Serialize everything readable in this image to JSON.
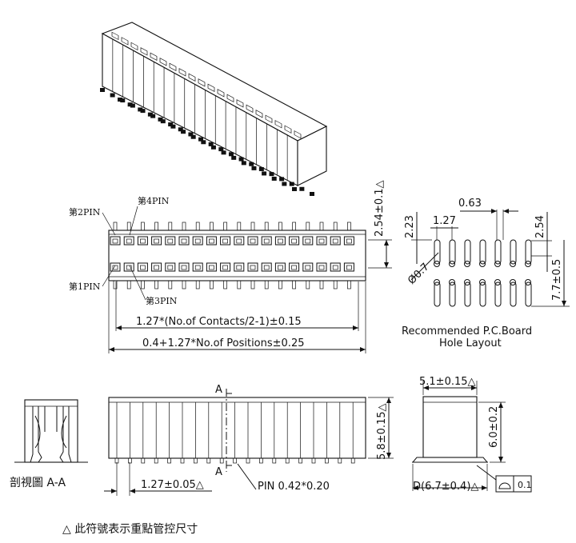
{
  "labels": {
    "pin2": "第2PIN",
    "pin4": "第4PIN",
    "pin1": "第1PIN",
    "pin3": "第3PIN",
    "pitch_formula": "1.27*(No.of Contacts/2-1)±0.15",
    "overall_formula": "0.4+1.27*No.of Positions±0.25",
    "height_254": "2.54±0.1△",
    "pcb_title_1": "Recommended P.C.Board",
    "pcb_title_2": "Hole Layout",
    "pcb_063": "0.63",
    "pcb_127": "1.27",
    "pcb_223": "2.23",
    "pcb_254": "2.54",
    "pcb_hole": "Ø0.7",
    "pcb_77": "7.7±0.5",
    "section_a_top": "A",
    "section_a_bottom": "A",
    "height_58": "5.8±0.15△",
    "pitch_127": "1.27±0.05△",
    "pin_size": "PIN  0.42*0.20",
    "section_caption": "剖視圖  A-A",
    "width_51": "5.1±0.15△",
    "height_60": "6.0±0.2",
    "foot_67": "D(6.7±0.4)△",
    "gdt_value": "0.1",
    "note": "△ 此符號表示重點管控尺寸"
  }
}
